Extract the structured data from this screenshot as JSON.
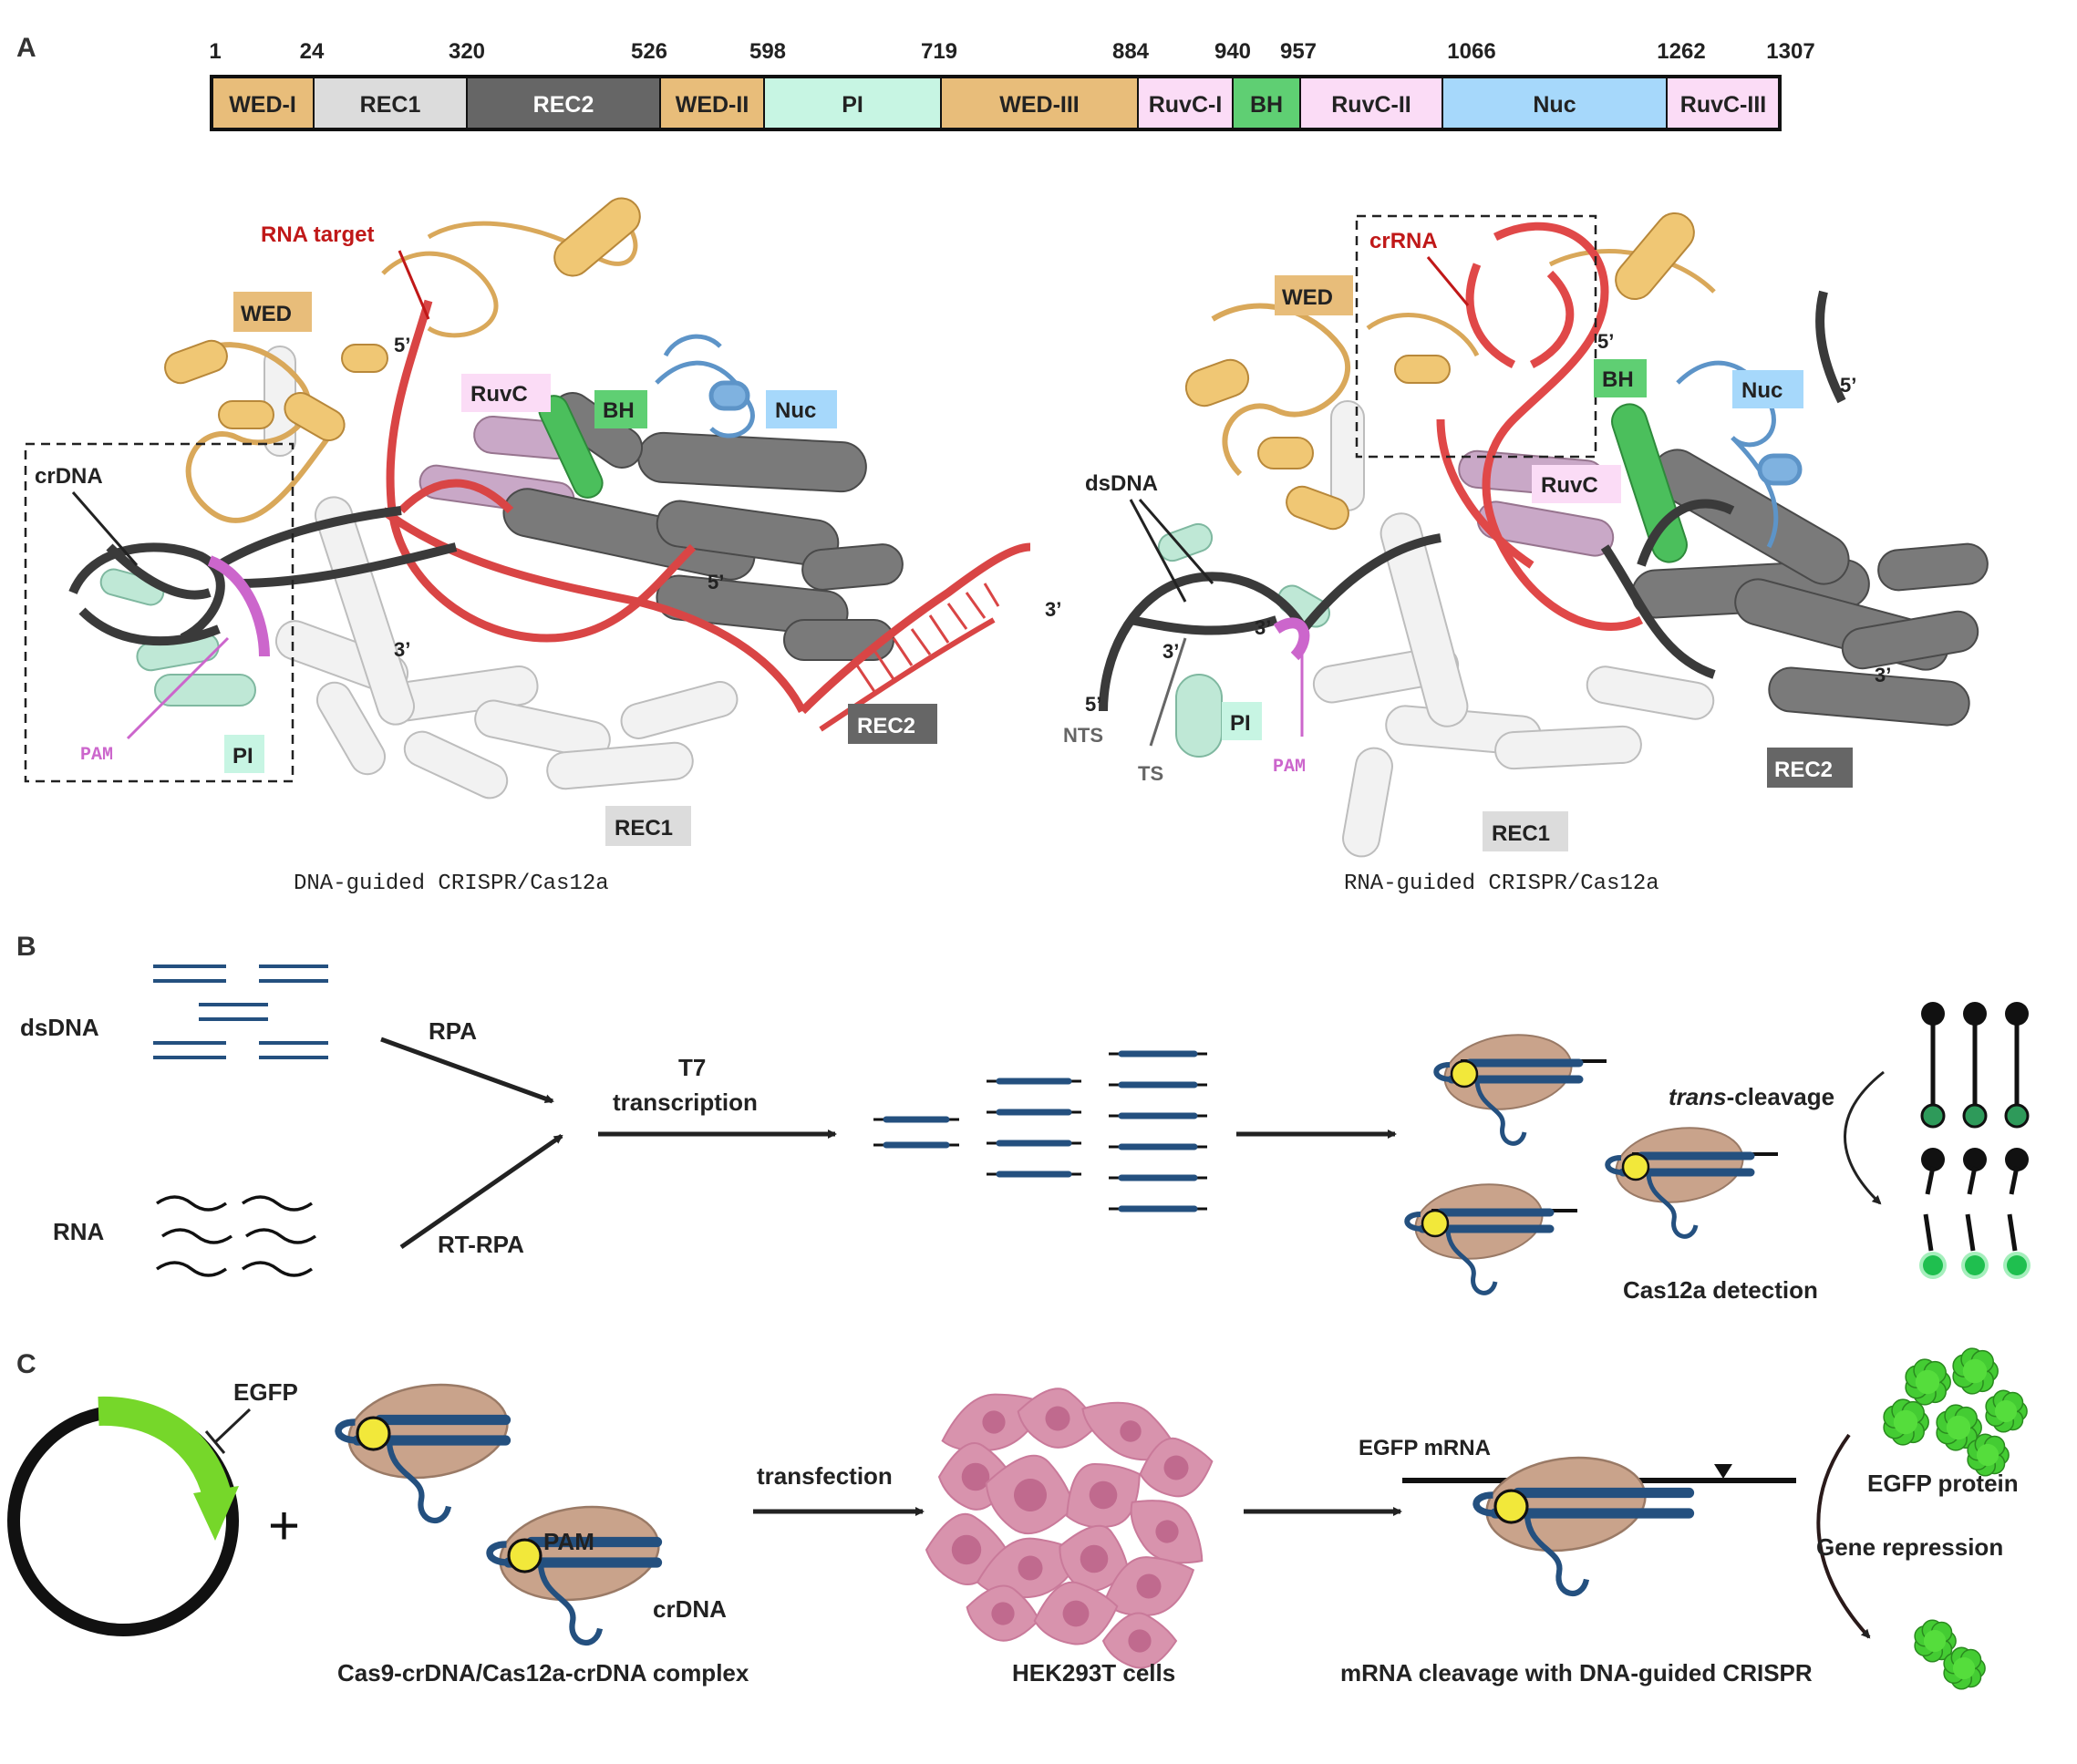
{
  "panel_a": {
    "letter": "A",
    "domain_bar": {
      "positions": [
        "1",
        "24",
        "320",
        "526",
        "598",
        "719",
        "884",
        "940",
        "957",
        "1066",
        "1262",
        "1307"
      ],
      "segments": [
        {
          "label": "WED-I",
          "color": "#e8bd7a",
          "text_color": "#222222"
        },
        {
          "label": "REC1",
          "color": "#dcdcdc",
          "text_color": "#222222"
        },
        {
          "label": "REC2",
          "color": "#666666",
          "text_color": "#ffffff"
        },
        {
          "label": "WED-II",
          "color": "#e8bd7a",
          "text_color": "#222222"
        },
        {
          "label": "PI",
          "color": "#c7f5e3",
          "text_color": "#222222"
        },
        {
          "label": "WED-III",
          "color": "#e8bd7a",
          "text_color": "#222222"
        },
        {
          "label": "RuvC-I",
          "color": "#fbdcf6",
          "text_color": "#222222"
        },
        {
          "label": "BH",
          "color": "#5fcf73",
          "text_color": "#222222"
        },
        {
          "label": "RuvC-II",
          "color": "#fbdcf6",
          "text_color": "#222222"
        },
        {
          "label": "Nuc",
          "color": "#a6d8fb",
          "text_color": "#222222"
        },
        {
          "label": "RuvC-III",
          "color": "#fbdcf6",
          "text_color": "#222222"
        }
      ]
    },
    "left": {
      "caption": "DNA-guided CRISPR/Cas12a",
      "labels": {
        "rna_target": "RNA target",
        "wed": "WED",
        "ruvc": "RuvC",
        "bh": "BH",
        "nuc": "Nuc",
        "crdna": "crDNA",
        "pam": "PAM",
        "pi": "PI",
        "rec1": "REC1",
        "rec2": "REC2",
        "p5a": "5’",
        "p5b": "5’",
        "p3a": "3’",
        "p3b": "3’"
      }
    },
    "right": {
      "caption": "RNA-guided CRISPR/Cas12a",
      "labels": {
        "crrna": "crRNA",
        "wed": "WED",
        "bh": "BH",
        "nuc": "Nuc",
        "ruvc": "RuvC",
        "dsdna": "dsDNA",
        "nts": "NTS",
        "ts": "TS",
        "pi": "PI",
        "pam": "PAM",
        "rec1": "REC1",
        "rec2": "REC2",
        "p5a": "5’",
        "p5b": "5’",
        "p5c": "5’",
        "p3a": "3’",
        "p3b": "3’",
        "p3c": "3’"
      }
    }
  },
  "panel_b": {
    "letter": "B",
    "dsdna": "dsDNA",
    "rna": "RNA",
    "rpa": "RPA",
    "rt_rpa": "RT-RPA",
    "t7": "T7",
    "transcription": "transcription",
    "trans_italic": "trans",
    "trans_rest": "-cleavage",
    "detection": "Cas12a detection"
  },
  "panel_c": {
    "letter": "C",
    "egfp": "EGFP",
    "plus": "+",
    "pam": "PAM",
    "crdna": "crDNA",
    "complex": "Cas9-crDNA/Cas12a-crDNA complex",
    "transfection": "transfection",
    "cells": "HEK293T cells",
    "egfp_mrna": "EGFP mRNA",
    "cleavage": "mRNA cleavage with DNA-guided CRISPR",
    "egfp_protein": "EGFP protein",
    "repression": "Gene repression"
  },
  "colors": {
    "wed": "#e8bd7a",
    "rec1": "#f2f2f2",
    "rec2": "#6e6e6e",
    "pi": "#bfe8d6",
    "ruvc": "#c9a8c7",
    "bh": "#4bbf5c",
    "nuc": "#7fb2e0",
    "rna": "#d94545",
    "dna": "#3c3c3c",
    "pam": "#cc66cc",
    "strand_blue": "#24507f",
    "cas_body": "#c9a38b",
    "guide_yellow": "#f2e83a",
    "egfp_green": "#44cc33",
    "cell_pink": "#c97a9a"
  }
}
